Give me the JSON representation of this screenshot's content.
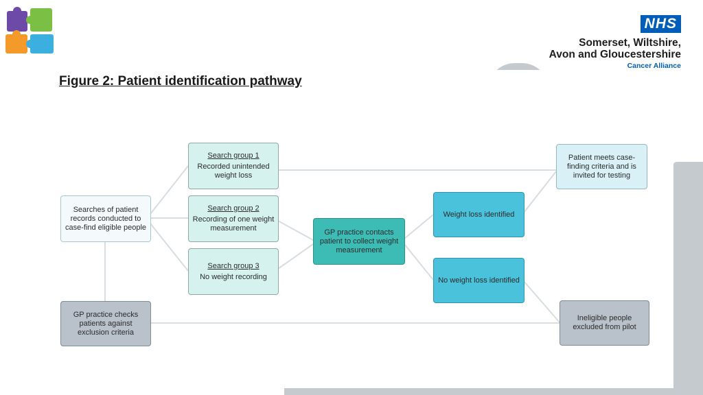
{
  "header": {
    "nhs_badge": "NHS",
    "org_line1": "Somerset, Wiltshire,",
    "org_line2": "Avon and Gloucestershire",
    "org_sub": "Cancer Alliance"
  },
  "figure": {
    "title": "Figure 2: Patient identification pathway"
  },
  "nodes": {
    "searches": "Searches of patient records conducted to case-find eligible people",
    "group1_title": "Search group 1",
    "group1_body": "Recorded unintended weight loss",
    "group2_title": "Search group 2",
    "group2_body": "Recording of one weight measurement",
    "group3_title": "Search group 3",
    "group3_body": "No weight recording",
    "gp_contacts": "GP practice contacts patient to collect weight measurement",
    "weight_loss": "Weight loss identified",
    "no_weight_loss": "No weight loss identified",
    "meets_criteria": "Patient meets case-finding criteria and is invited for testing",
    "gp_checks": "GP practice checks patients against exclusion criteria",
    "ineligible": "Ineligible people excluded from pilot"
  },
  "colors": {
    "teal": "#3dbcb6",
    "cyan": "#4ac2dc",
    "grey": "#b9c2ca",
    "nhs_blue": "#005eb8"
  }
}
